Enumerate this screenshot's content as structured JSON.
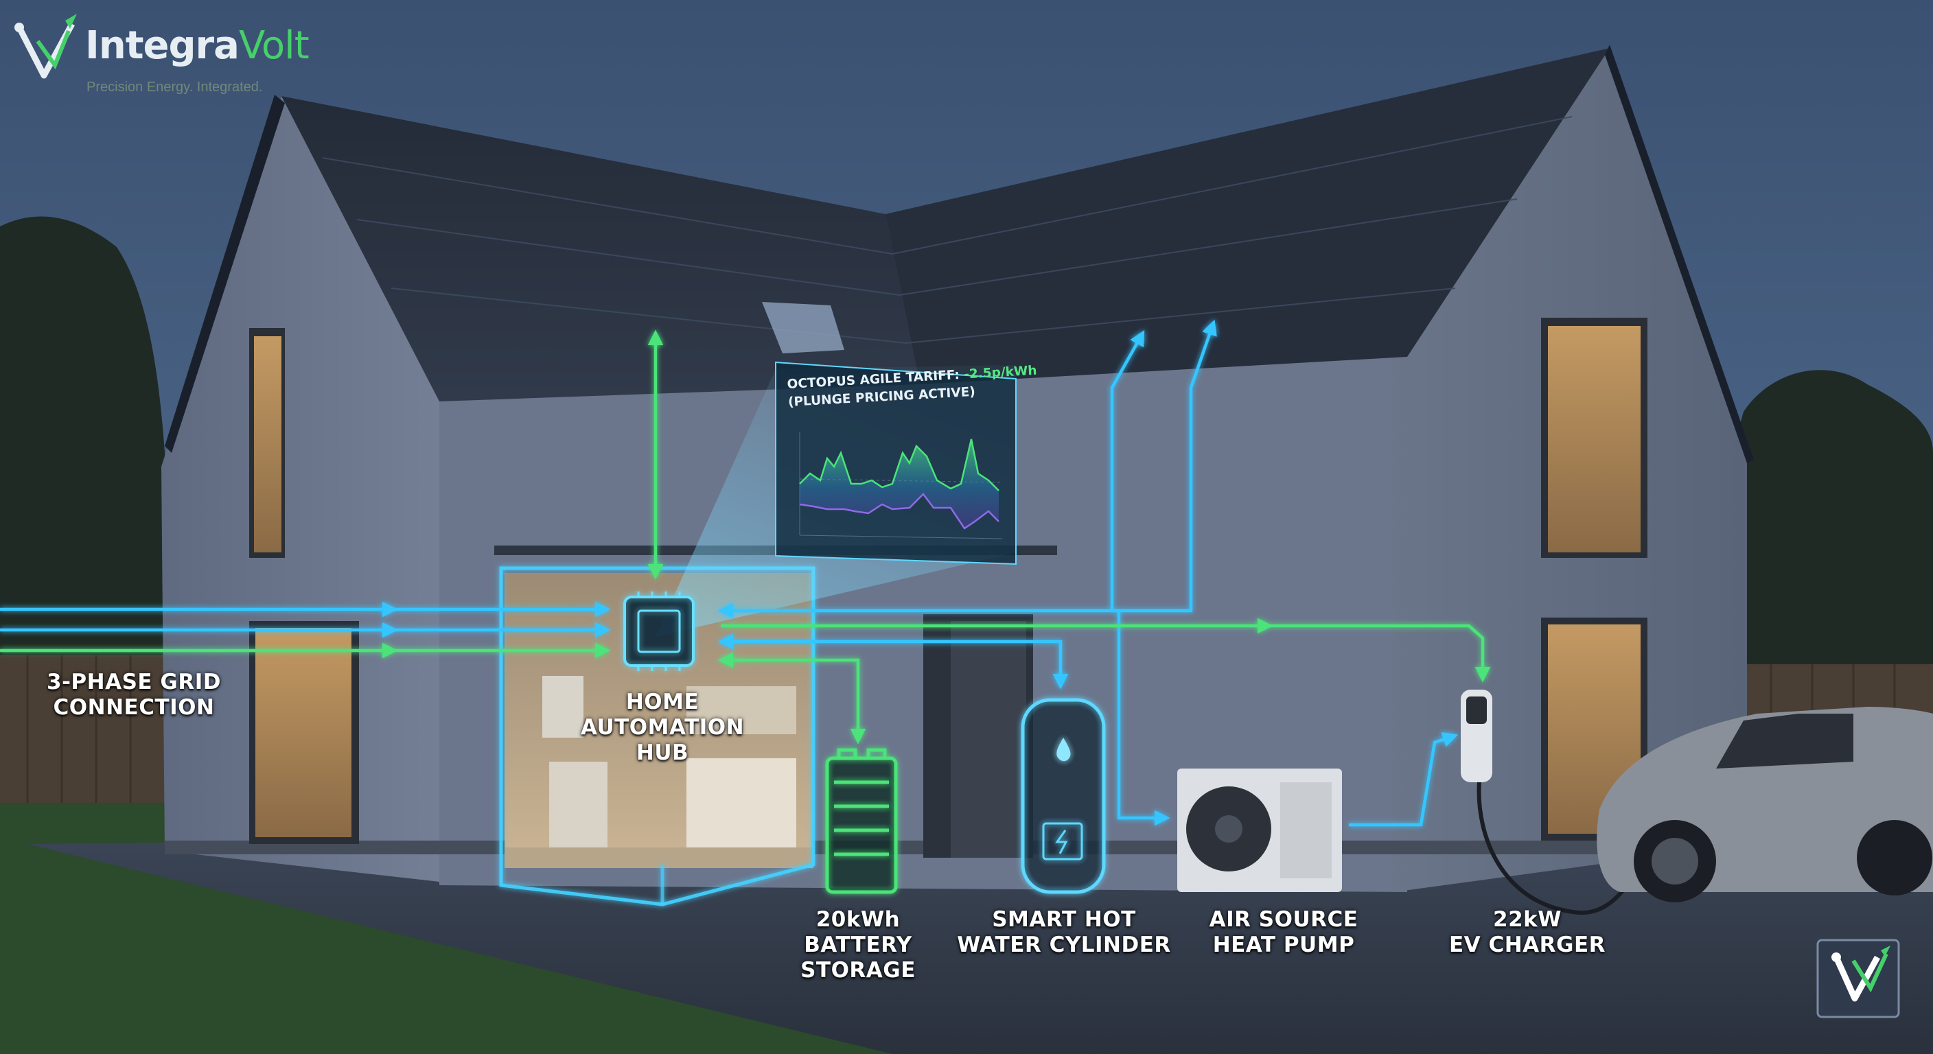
{
  "brand": {
    "name_part1": "Integra",
    "name_part2": "Volt",
    "tagline": "Precision Energy. Integrated.",
    "logo_icon": "v-circuit-logo-icon",
    "primary_color": "#46d06a",
    "secondary_color": "#2fb8ff"
  },
  "tariff_panel": {
    "title_prefix": "OCTOPUS AGILE TARIFF:",
    "title_value": "-2.5p/kWh",
    "subtitle": "(PLUNGE PRICING ACTIVE)"
  },
  "labels": {
    "grid": [
      "3-PHASE GRID",
      "CONNECTION"
    ],
    "hub": [
      "HOME",
      "AUTOMATION",
      "HUB"
    ],
    "battery": [
      "20kWh",
      "BATTERY",
      "STORAGE"
    ],
    "cylinder": [
      "SMART HOT",
      "WATER CYLINDER"
    ],
    "heat_pump": [
      "AIR SOURCE",
      "HEAT PUMP"
    ],
    "ev": [
      "22kW",
      "EV CHARGER"
    ]
  },
  "colors": {
    "flow_blue": "#35c6ff",
    "flow_green": "#4be37a",
    "sky": "#3b5374",
    "wall": "#6c7790"
  }
}
